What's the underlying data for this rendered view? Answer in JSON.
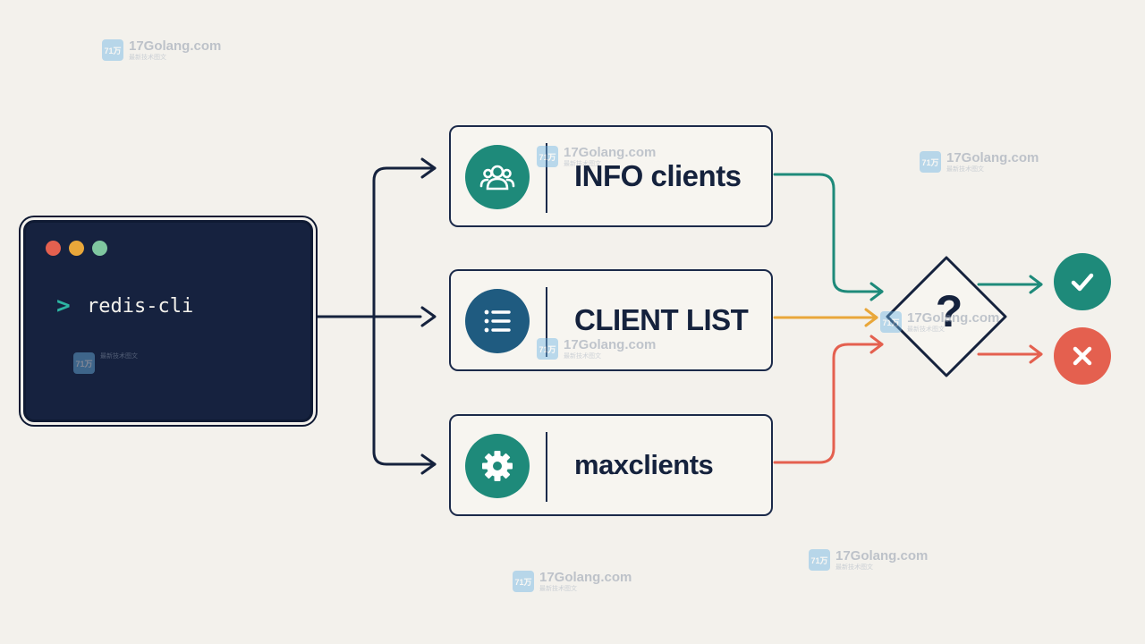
{
  "terminal": {
    "prompt_symbol": ">",
    "command": "redis-cli"
  },
  "commands": [
    {
      "label": "INFO clients",
      "icon": "users-icon",
      "color": "#1e8a7a"
    },
    {
      "label": "CLIENT LIST",
      "icon": "list-icon",
      "color": "#1f5b80"
    },
    {
      "label": "maxclients",
      "icon": "gear-icon",
      "color": "#1e8a7a"
    }
  ],
  "decision": {
    "symbol": "?"
  },
  "results": [
    {
      "icon": "check-icon",
      "color": "#1e8a7a"
    },
    {
      "icon": "cross-icon",
      "color": "#e4604f"
    }
  ],
  "connector_colors": {
    "dark": "#15223d",
    "teal": "#1e8a7a",
    "yellow": "#e9a73a",
    "coral": "#e4604f"
  },
  "watermark": {
    "site": "17Golang.com",
    "logo_text": "71万",
    "sub": "最新技术图文"
  }
}
